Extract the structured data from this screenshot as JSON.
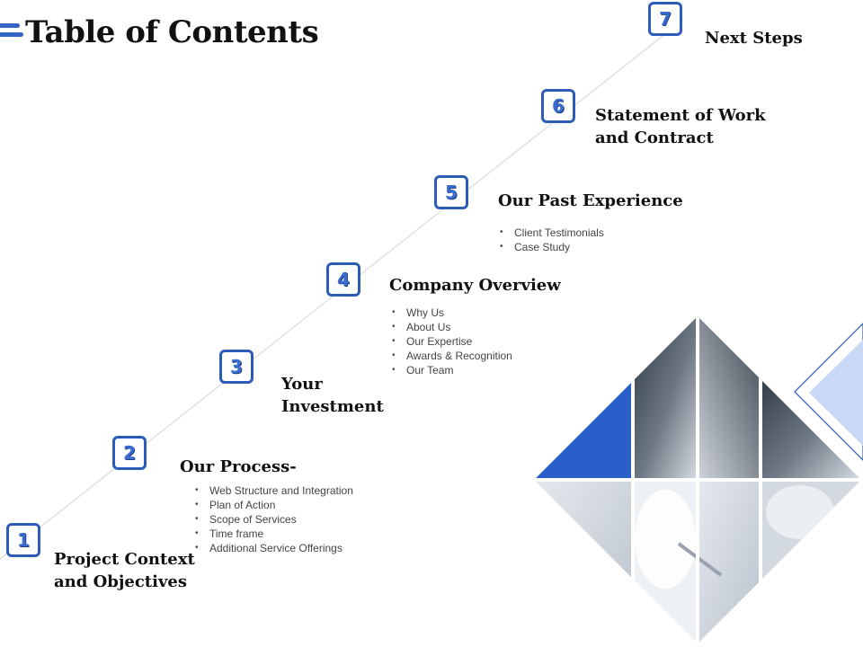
{
  "title": "Table of Contents",
  "colors": {
    "accent": "#2d5bb8",
    "triangle": "#2a5fc9",
    "light_blue": "#c9d8f5"
  },
  "items": [
    {
      "number": "1",
      "heading_lines": [
        "Project Context",
        "and Objectives"
      ],
      "bullets": []
    },
    {
      "number": "2",
      "heading_lines": [
        "Our Process-"
      ],
      "bullets": [
        "Web Structure and Integration",
        "Plan of Action",
        "Scope of Services",
        "Time frame",
        "Additional Service Offerings"
      ]
    },
    {
      "number": "3",
      "heading_lines": [
        "Your",
        "Investment"
      ],
      "bullets": []
    },
    {
      "number": "4",
      "heading_lines": [
        "Company Overview"
      ],
      "bullets": [
        "Why Us",
        "About Us",
        "Our Expertise",
        "Awards & Recognition",
        "Our Team"
      ]
    },
    {
      "number": "5",
      "heading_lines": [
        "Our Past Experience"
      ],
      "bullets": [
        "Client Testimonials",
        "Case Study"
      ]
    },
    {
      "number": "6",
      "heading_lines": [
        "Statement of Work",
        "and Contract"
      ],
      "bullets": []
    },
    {
      "number": "7",
      "heading_lines": [
        "Next Steps"
      ],
      "bullets": []
    }
  ],
  "image": {
    "icon": "handshake-signing-photo-icon"
  }
}
